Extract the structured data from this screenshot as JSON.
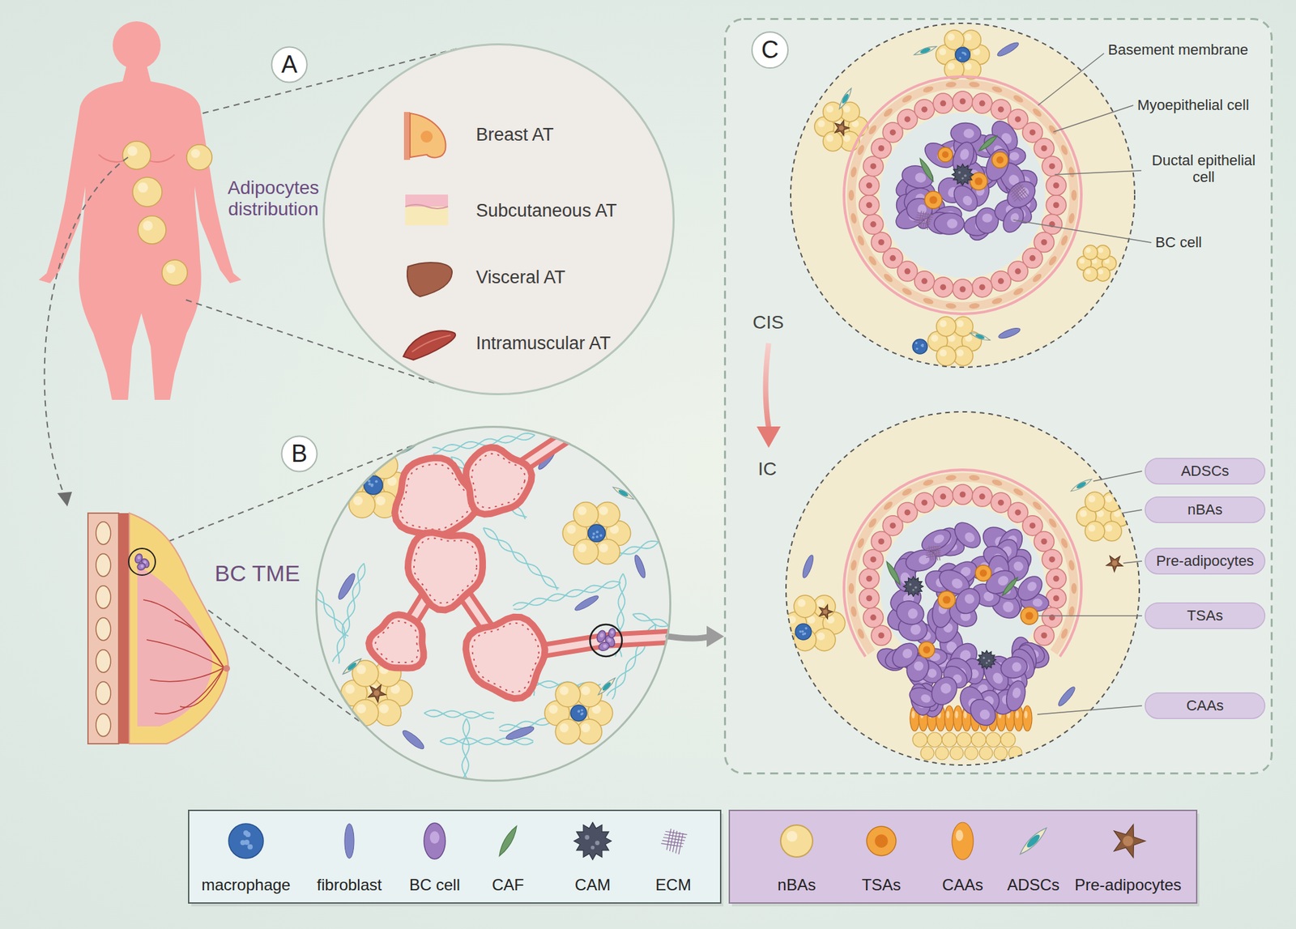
{
  "diagram": {
    "nodes": [
      {
        "text": [
          "A"
        ]
      },
      {
        "text": [
          "Breast AT",
          "Subcutaneous AT",
          "Visceral AT",
          "Intramuscular AT"
        ]
      },
      {
        "text": [
          "B"
        ]
      },
      {
        "text": [
          "BC TME"
        ]
      },
      {
        "text": [
          "C"
        ]
      },
      {
        "text": [
          "ADSCs"
        ],
        "in": 4
      },
      {
        "text": [
          "nBAs"
        ],
        "in": 4
      },
      {
        "text": [
          "Pre-adipocytes"
        ],
        "in": 4
      },
      {
        "text": [
          "TSAs"
        ],
        "in": 4
      },
      {
        "text": [
          "CAAs"
        ],
        "in": 4
      }
    ],
    "edges": [
      {
        "from": 3,
        "to": 4,
        "arrow": "to"
      }
    ],
    "labels": [
      "Adipocytes distribution",
      "Basement membrane",
      "Myoepithelial cell",
      "Ductal epithelial cell",
      "BC cell",
      "CIS",
      "IC"
    ],
    "legend": [
      {
        "text": "macrophage"
      },
      {
        "text": "fibroblast"
      },
      {
        "text": "BC cell"
      },
      {
        "text": "CAF"
      },
      {
        "text": "CAM"
      },
      {
        "text": "ECM"
      },
      {
        "text": "nBAs"
      },
      {
        "text": "TSAs"
      },
      {
        "text": "CAAs"
      },
      {
        "text": "ADSCs"
      },
      {
        "text": "Pre-adipocytes"
      }
    ]
  }
}
